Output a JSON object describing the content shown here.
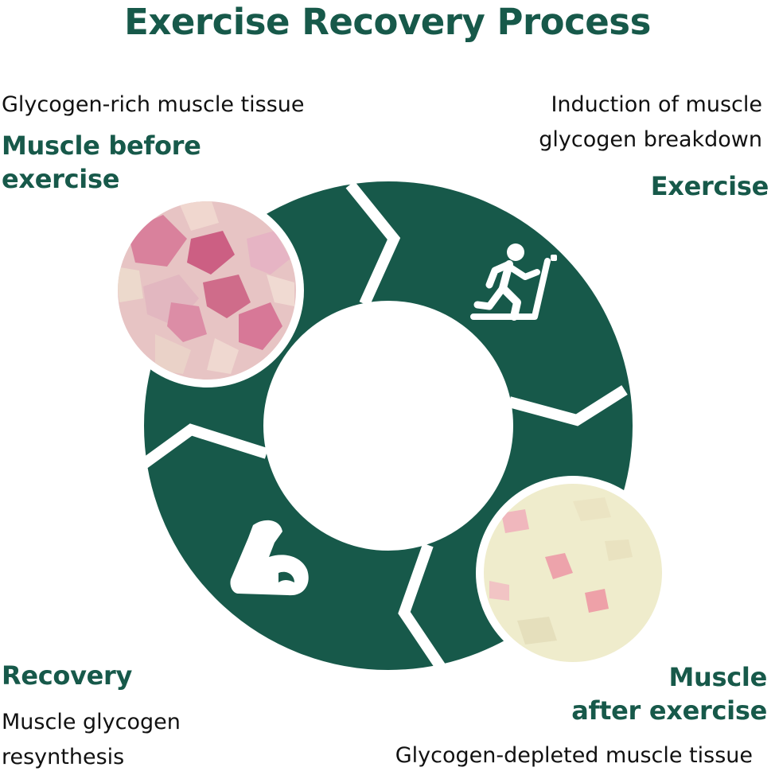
{
  "title": "Exercise Recovery Process",
  "colors": {
    "primary": "#17594a",
    "background": "#ffffff",
    "glycogen_rich_tissue": "#e7c4c4",
    "glycogen_depleted_tissue": "#efeccc"
  },
  "stages": {
    "before": {
      "label": [
        "Muscle before",
        "exercise"
      ],
      "description": [
        "Glycogen-rich muscle tissue"
      ]
    },
    "exercise": {
      "label": [
        "Exercise"
      ],
      "description": [
        "Induction of muscle",
        "glycogen breakdown"
      ],
      "icon": "treadmill-runner-icon"
    },
    "after": {
      "label": [
        "Muscle",
        "after exercise"
      ],
      "description": [
        "Glycogen-depleted muscle tissue"
      ]
    },
    "recovery": {
      "label": [
        "Recovery"
      ],
      "description": [
        "Muscle glycogen",
        "resynthesis"
      ],
      "icon": "flexed-arm-icon"
    }
  }
}
